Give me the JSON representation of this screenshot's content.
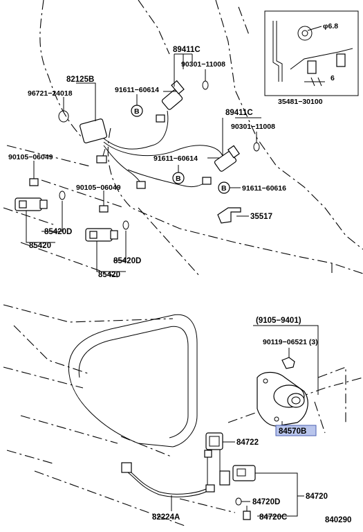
{
  "parts": {
    "p82125B": "82125B",
    "p96721_24018": "96721−24018",
    "p89411C_a": "89411C",
    "p90301_11008_a": "90301−11008",
    "p91611_60614_a": "91611−60614",
    "p89411C_b": "89411C",
    "p90301_11008_b": "90301−11008",
    "p91611_60614_b": "91611−60614",
    "p91611_60616": "91611−60616",
    "p90105_06049_a": "90105−06049",
    "p90105_06049_b": "90105−06049",
    "p85420D_a": "85420D",
    "p85420_a": "85420",
    "p85420D_b": "85420D",
    "p85420_b": "85420",
    "p35517": "35517",
    "p9105_9401": "(9105−9401)",
    "p90119_06521": "90119−06521 (3)",
    "p84570B": "84570B",
    "p84722": "84722",
    "p82224A": "82224A",
    "p84720D": "84720D",
    "p84720": "84720",
    "p84720C": "84720C",
    "p840290": "840290"
  },
  "callout": {
    "bolt_size": "φ6.8",
    "dim": "6",
    "part": "35481−30100"
  },
  "markers": {
    "b1": "B",
    "b2": "B",
    "b3": "B"
  },
  "colors": {
    "highlight": "#b9c5ec"
  }
}
